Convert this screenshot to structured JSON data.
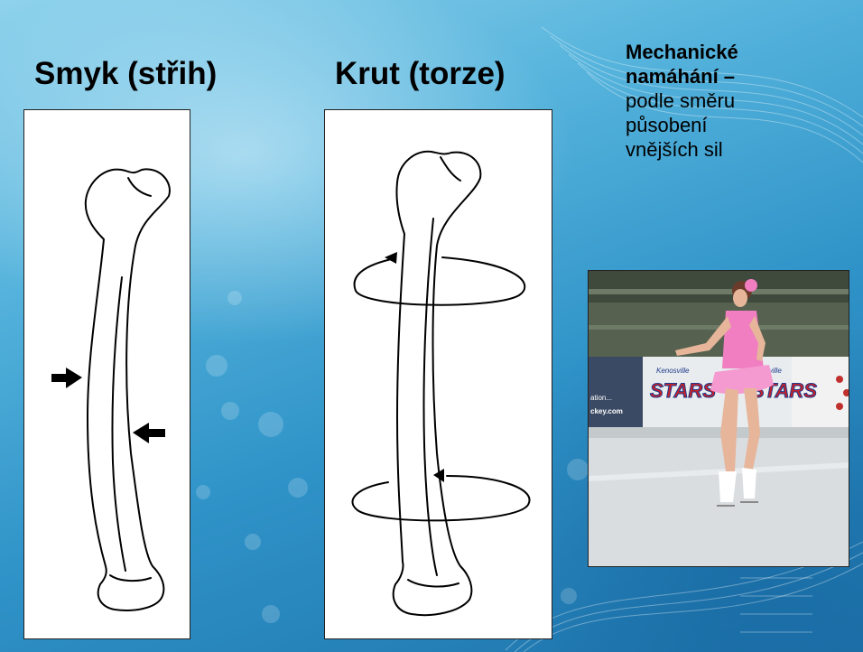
{
  "slide": {
    "title_shear": "Smyk (střih)",
    "title_torsion": "Krut (torze)",
    "note": {
      "line1": "Mechanické",
      "line2": "namáhání –",
      "line3": "podle směru",
      "line4": "působení",
      "line5": "vnějších sil"
    },
    "photo": {
      "banner_left": "STARS",
      "banner_right": "STARS",
      "banner_small_left": "Kenosville",
      "banner_small_right": "ville",
      "ad_text_1": "ation...",
      "ad_text_2": "ckey.com"
    }
  },
  "colors": {
    "background_light": "#8fd2ec",
    "background_dark": "#1d72aa",
    "skirt": "#f07ec0",
    "banner_red": "#c8202a",
    "banner_blue": "#1e3a8a"
  }
}
